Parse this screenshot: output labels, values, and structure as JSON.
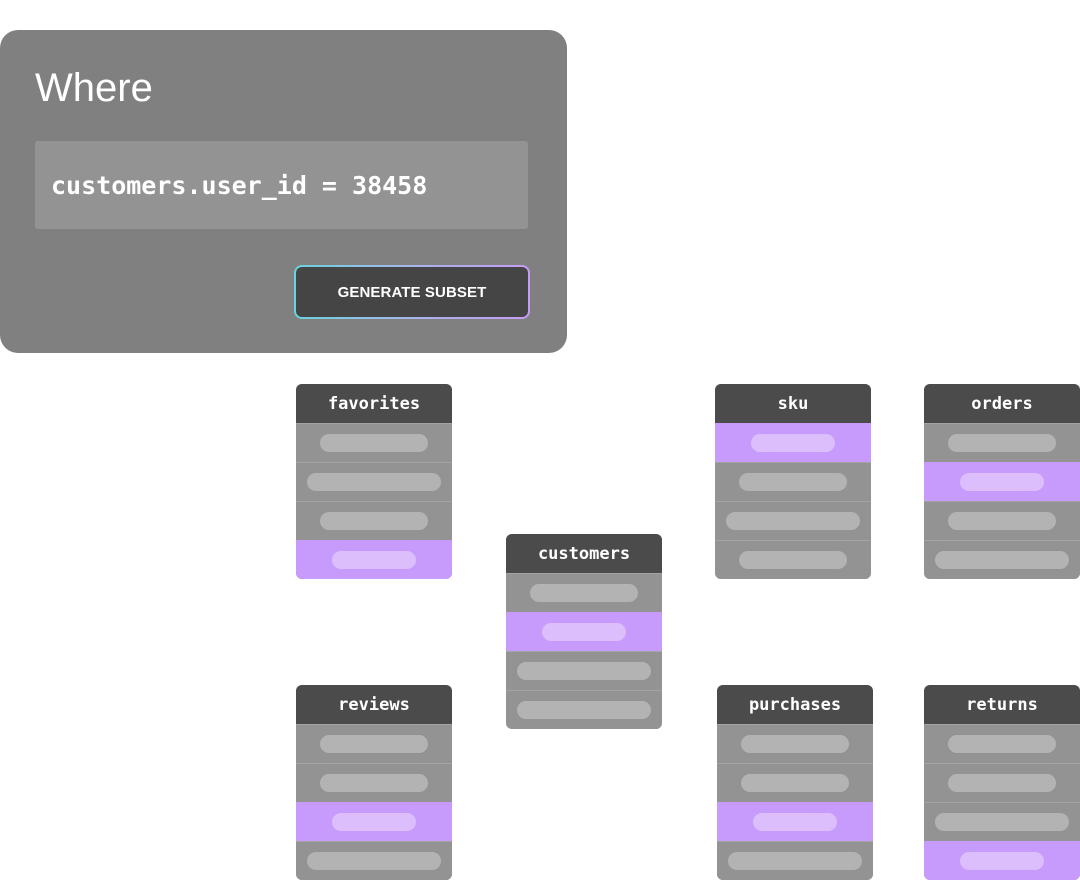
{
  "filter_panel": {
    "title": "Where",
    "query": "customers.user_id = 38458",
    "button_label": "GENERATE SUBSET"
  },
  "colors": {
    "panel": "#808080",
    "table_header": "#4b4b4b",
    "row": "#939393",
    "highlight_row": "#c79bfb",
    "button_gradient": [
      "#6ad3df",
      "#c59cf5"
    ]
  },
  "tables": [
    {
      "name": "favorites",
      "rows": 4,
      "highlighted_row": 4
    },
    {
      "name": "customers",
      "rows": 4,
      "highlighted_row": 2
    },
    {
      "name": "sku",
      "rows": 4,
      "highlighted_row": 1
    },
    {
      "name": "orders",
      "rows": 4,
      "highlighted_row": 2
    },
    {
      "name": "reviews",
      "rows": 4,
      "highlighted_row": 3
    },
    {
      "name": "purchases",
      "rows": 4,
      "highlighted_row": 3
    },
    {
      "name": "returns",
      "rows": 4,
      "highlighted_row": 4
    }
  ]
}
